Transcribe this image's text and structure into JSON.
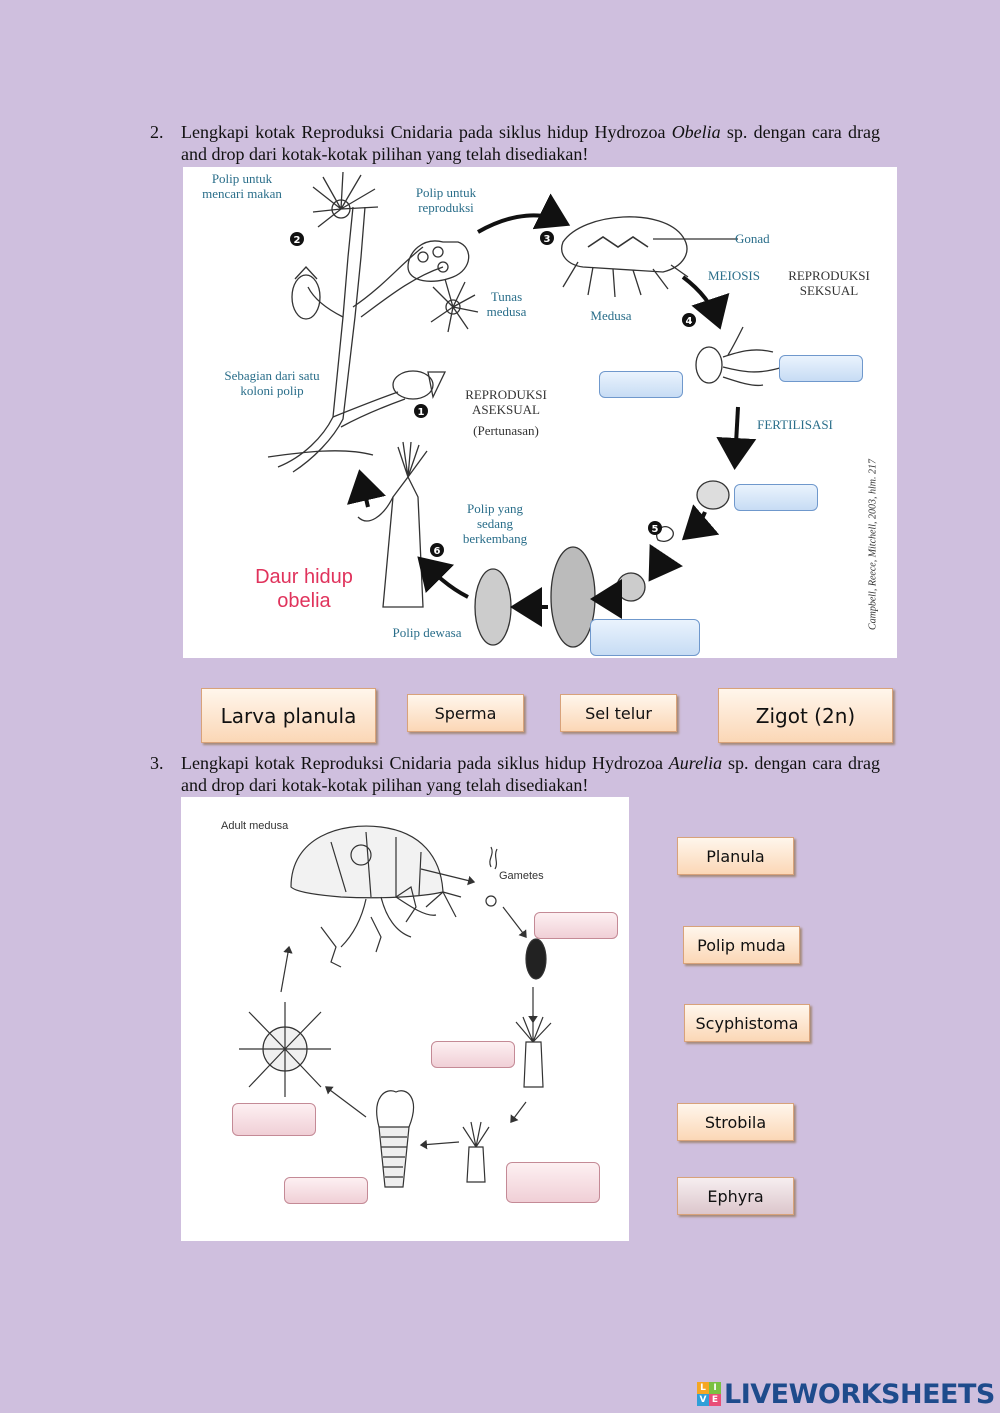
{
  "q2": {
    "number": "2.",
    "text_before": "Lengkapi kotak Reproduksi Cnidaria pada siklus hidup Hydrozoa ",
    "italic": "Obelia",
    "text_after": " sp. dengan cara drag and drop dari kotak-kotak pilihan yang telah disediakan!",
    "diagram": {
      "polip_makan": "Polip untuk mencari makan",
      "polip_reproduksi": "Polip untuk reproduksi",
      "gonad": "Gonad",
      "meiosis": "MEIOSIS",
      "reproduksi_seksual": "REPRODUKSI SEKSUAL",
      "tunas_medusa": "Tunas medusa",
      "medusa": "Medusa",
      "koloni": "Sebagian dari satu koloni polip",
      "reproduksi_aseksual": "REPRODUKSI ASEKSUAL",
      "pertunasan": "(Pertunasan)",
      "fertilisasi": "FERTILISASI",
      "polip_berkembang": "Polip yang sedang berkembang",
      "polip_dewasa": "Polip dewasa",
      "daur": "Daur hidup obelia",
      "credit": "Campbell, Reece, Mitchell, 2003, hlm. 217",
      "steps": [
        "1",
        "2",
        "3",
        "4",
        "5",
        "6"
      ]
    },
    "options": [
      "Larva planula",
      "Sperma",
      "Sel telur",
      "Zigot (2n)"
    ],
    "colors": {
      "drop_border": "#6f98cc",
      "daur_text": "#e0335c",
      "label": "#2a6e8a"
    }
  },
  "q3": {
    "number": "3.",
    "text_before": "Lengkapi kotak Reproduksi Cnidaria pada siklus hidup Hydrozoa ",
    "italic": "Aurelia",
    "text_after": "  sp. dengan cara drag and drop dari kotak-kotak pilihan yang telah disediakan!",
    "diagram": {
      "adult_medusa": "Adult medusa",
      "gametes": "Gametes"
    },
    "options": [
      "Planula",
      "Polip muda",
      "Scyphistoma",
      "Strobila",
      "Ephyra"
    ],
    "colors": {
      "drop_border": "#c48a96"
    }
  },
  "footer": {
    "logo_mark": [
      "L",
      "I",
      "V",
      "E"
    ],
    "logo_text": "LIVEWORKSHEETS",
    "logo_colors": [
      "#f5a623",
      "#7ac143",
      "#2f9fd8",
      "#e94e77"
    ]
  }
}
